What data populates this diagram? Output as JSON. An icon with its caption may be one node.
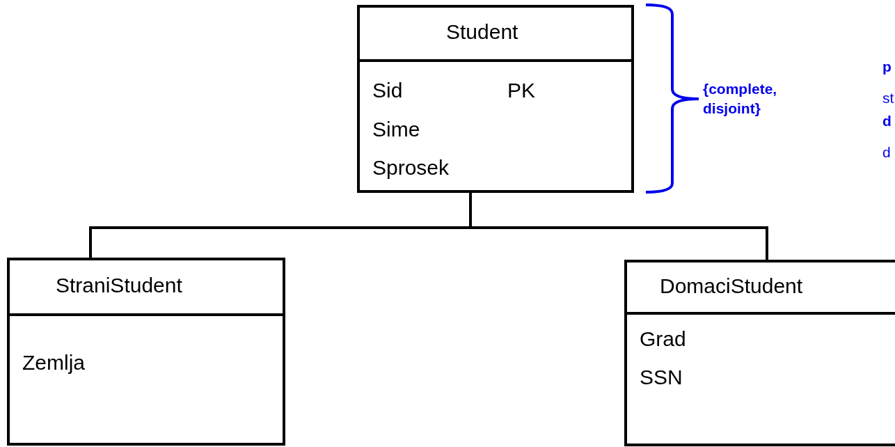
{
  "diagram": {
    "nodes": [
      {
        "text": [
          "Student",
          "Sid",
          "PK",
          "Sime",
          "Sprosek"
        ]
      },
      {
        "text": [
          "StraniStudent",
          "Zemlja"
        ]
      },
      {
        "text": [
          "DomaciStudent",
          "Grad",
          "SSN"
        ]
      }
    ],
    "edges": [
      {
        "from": 1,
        "to": 0,
        "arrow": "none"
      },
      {
        "from": 2,
        "to": 0,
        "arrow": "none"
      }
    ],
    "labels": [
      "{complete, disjoint}",
      "p",
      "st",
      "d",
      "d"
    ]
  }
}
